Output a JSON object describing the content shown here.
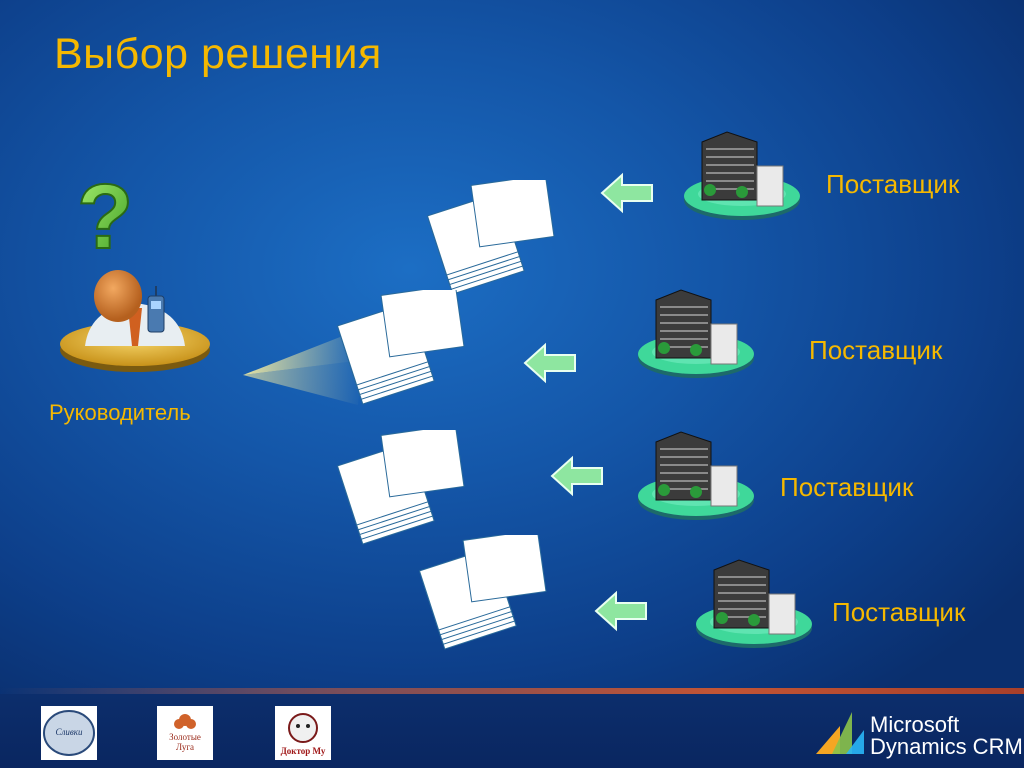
{
  "title": "Выбор решения",
  "manager": {
    "label": "Руководитель"
  },
  "suppliers": [
    {
      "label": "Поставщик"
    },
    {
      "label": "Поставщик"
    },
    {
      "label": "Поставщик"
    },
    {
      "label": "Поставщик"
    }
  ],
  "footer": {
    "logos": [
      {
        "name": "Сливки",
        "text": "Сливки"
      },
      {
        "name": "Золотые Луга",
        "text_line1": "Золотые",
        "text_line2": "Луга"
      },
      {
        "name": "Доктор Му",
        "text": "Доктор Му"
      }
    ],
    "brand_line1": "Microsoft",
    "brand_line2": "Dynamics CRM"
  },
  "colors": {
    "title": "#f5b800",
    "background": "#1456a8",
    "arrow": "#8ee6a0",
    "footer_line": "#c25535"
  }
}
